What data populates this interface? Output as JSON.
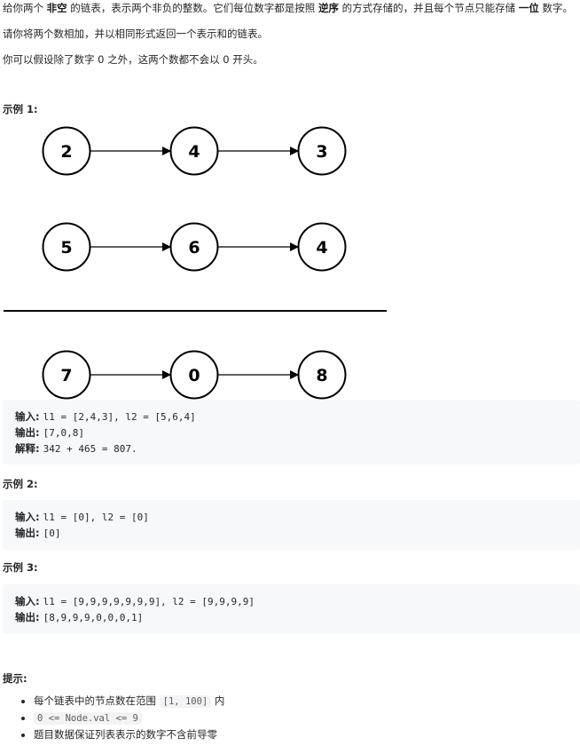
{
  "intro": {
    "line1_a": "给你两个 ",
    "line1_b": "非空",
    "line1_c": " 的链表，表示两个非负的整数。它们每位数字都是按照 ",
    "line1_d": "逆序",
    "line1_e": " 的方式存储的，并且每个节点只能存储 ",
    "line1_f": "一位",
    "line1_g": " 数字。",
    "line2": "请你将两个数相加，并以相同形式返回一个表示和的链表。",
    "line3": "你可以假设除了数字 0 之外，这两个数都不会以 0 开头。"
  },
  "example1": {
    "heading": "示例 1:",
    "diagram": {
      "row1": [
        "2",
        "4",
        "3"
      ],
      "row2": [
        "5",
        "6",
        "4"
      ],
      "result": [
        "7",
        "0",
        "8"
      ]
    },
    "input_label": "输入:",
    "input_value": "l1 = [2,4,3], l2 = [5,6,4]",
    "output_label": "输出:",
    "output_value": "[7,0,8]",
    "explain_label": "解释:",
    "explain_value": "342 + 465 = 807."
  },
  "example2": {
    "heading": "示例 2:",
    "input_label": "输入:",
    "input_value": "l1 = [0], l2 = [0]",
    "output_label": "输出:",
    "output_value": "[0]"
  },
  "example3": {
    "heading": "示例 3:",
    "input_label": "输入:",
    "input_value": "l1 = [9,9,9,9,9,9,9], l2 = [9,9,9,9]",
    "output_label": "输出:",
    "output_value": "[8,9,9,9,0,0,0,1]"
  },
  "tips": {
    "heading": "提示:",
    "c1_a": "每个链表中的节点数在范围 ",
    "c1_code": "[1, 100]",
    "c1_b": " 内",
    "c2_code": "0 <= Node.val <= 9",
    "c3": "题目数据保证列表表示的数字不含前导零"
  }
}
